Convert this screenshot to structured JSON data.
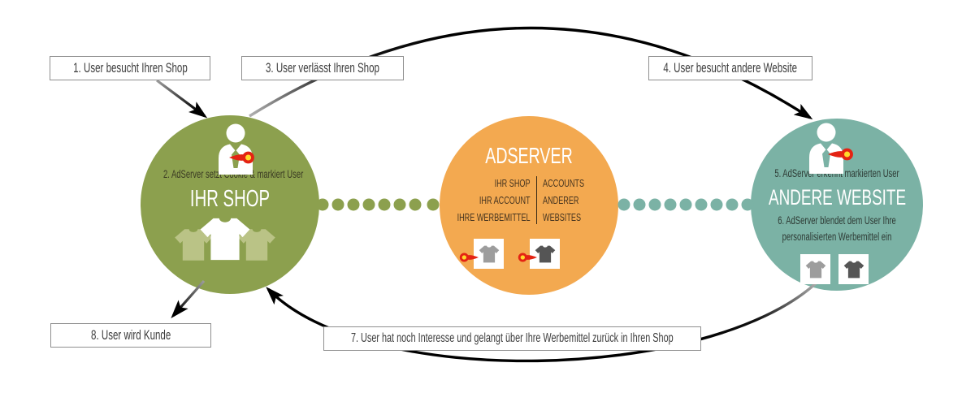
{
  "steps": {
    "step1": "1. User besucht Ihren Shop",
    "step3": "3. User verlässt Ihren Shop",
    "step4": "4. User besucht andere Website",
    "step7": "7. User hat noch Interesse und gelangt über Ihre Werbemittel zurück in Ihren Shop",
    "step8": "8. User wird Kunde"
  },
  "shop_circle": {
    "step2": "2. AdServer setzt Cookie & markiert User",
    "title": "IHR SHOP",
    "color": "#8CA04E"
  },
  "adserver_circle": {
    "title": "ADSERVER",
    "left_items": [
      "IHR SHOP",
      "IHR ACCOUNT",
      "IHRE WERBEMITTEL"
    ],
    "right_items": [
      "ACCOUNTS",
      "ANDERER",
      "WEBSITES"
    ],
    "color": "#F3A950"
  },
  "website_circle": {
    "step5": "5. AdServer erkennt markierten User",
    "title": "ANDERE WEBSITE",
    "step6": "6. AdServer blendet dem User Ihre personalisierten Werbemittel ein",
    "color": "#7BB2A5"
  },
  "icons": {
    "user": "user-icon",
    "cookie_marker": "cookie-marker-icon",
    "tshirt": "tshirt-icon"
  },
  "colors": {
    "shop_green": "#8CA04E",
    "shop_green_light": "#BAC386",
    "adserver_orange": "#F3A950",
    "website_teal": "#7BB2A5",
    "cookie_red": "#E42313",
    "cookie_yellow": "#FFD92B",
    "ad_shirt_light": "#9D9D9D",
    "ad_shirt_dark": "#555555",
    "arrow_black": "#000000",
    "arrow_gray": "#AAAAAA",
    "box_border": "#8F8F8F",
    "box_text": "#3C3C3C"
  }
}
